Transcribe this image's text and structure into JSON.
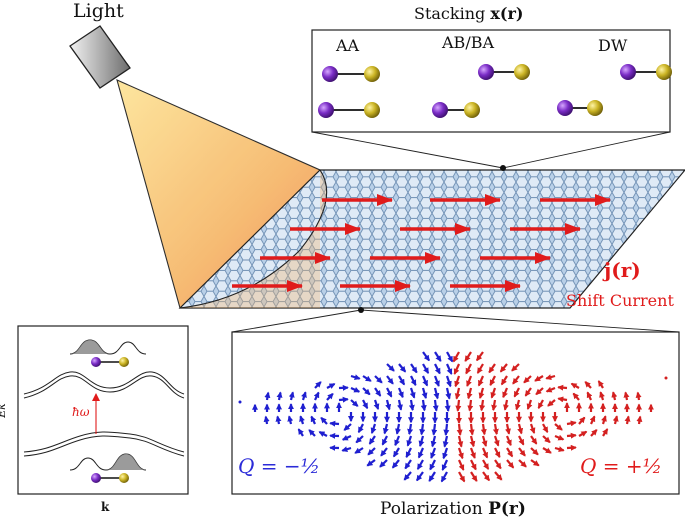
{
  "light_label": "Light",
  "stacking": {
    "title": "Stacking",
    "title_symbol": "x(r)",
    "labels": [
      "AA",
      "AB/BA",
      "DW"
    ]
  },
  "current": {
    "symbol": "j(r)",
    "label": "Shift Current"
  },
  "band_panel": {
    "ylabel": "Ek",
    "xlabel": "k",
    "energy_label": "ħω"
  },
  "polarization": {
    "label": "Polarization",
    "symbol": "P(r)",
    "q_left": "Q = −½",
    "q_right": "Q = +½"
  },
  "colors": {
    "red": "#e01b1b",
    "blue": "#1f1fd0",
    "purple": "#7a2cc6",
    "gold": "#c9b21e",
    "lattice": "#9bbbd8"
  }
}
